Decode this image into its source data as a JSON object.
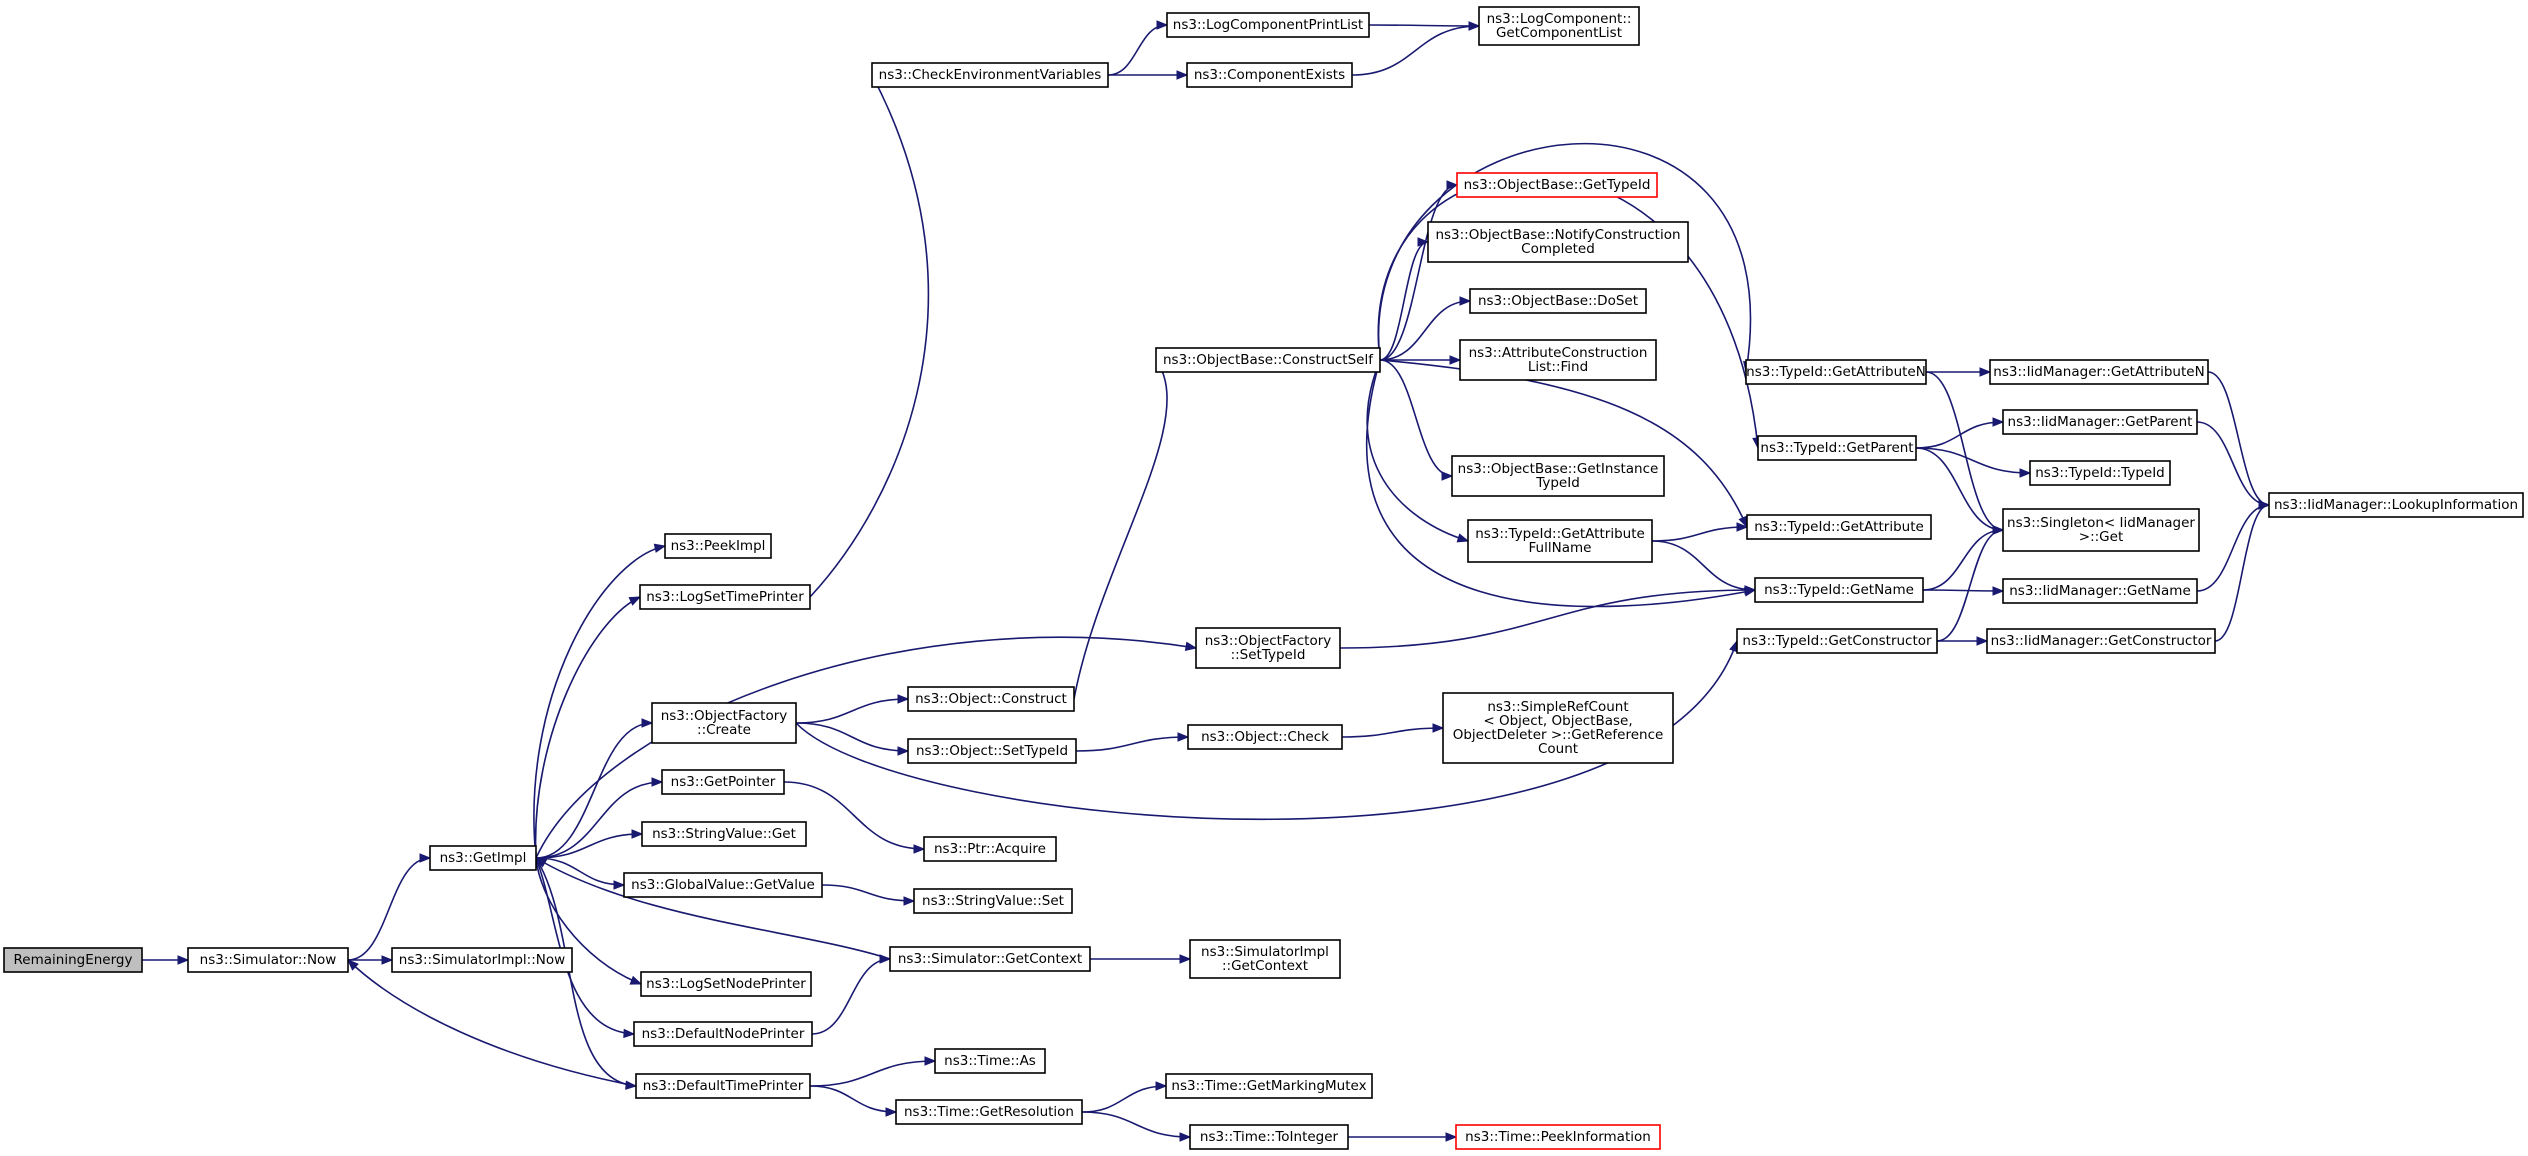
{
  "nodes": [
    {
      "id": "remaining_energy",
      "lines": [
        "RemainingEnergy"
      ],
      "root": true
    },
    {
      "id": "simulator_now",
      "lines": [
        "ns3::Simulator::Now"
      ]
    },
    {
      "id": "simulatorimpl_now",
      "lines": [
        "ns3::SimulatorImpl::Now"
      ]
    },
    {
      "id": "getimpl",
      "lines": [
        "ns3::GetImpl"
      ]
    },
    {
      "id": "peekimpl",
      "lines": [
        "ns3::PeekImpl"
      ]
    },
    {
      "id": "logsettimeprinter",
      "lines": [
        "ns3::LogSetTimePrinter"
      ]
    },
    {
      "id": "checkenvironmentvariables",
      "lines": [
        "ns3::CheckEnvironmentVariables"
      ]
    },
    {
      "id": "logcomponentprintlist",
      "lines": [
        "ns3::LogComponentPrintList"
      ]
    },
    {
      "id": "componentexists",
      "lines": [
        "ns3::ComponentExists"
      ]
    },
    {
      "id": "getcomponentlist",
      "lines": [
        "ns3::LogComponent::",
        "GetComponentList"
      ]
    },
    {
      "id": "objectfactory_create",
      "lines": [
        "ns3::ObjectFactory",
        "::Create"
      ]
    },
    {
      "id": "object_construct",
      "lines": [
        "ns3::Object::Construct"
      ]
    },
    {
      "id": "object_settypeid",
      "lines": [
        "ns3::Object::SetTypeId"
      ]
    },
    {
      "id": "object_check",
      "lines": [
        "ns3::Object::Check"
      ]
    },
    {
      "id": "getreferencecount",
      "lines": [
        "ns3::SimpleRefCount",
        "< Object, ObjectBase,",
        " ObjectDeleter >::GetReference",
        "Count"
      ]
    },
    {
      "id": "getpointer",
      "lines": [
        "ns3::GetPointer"
      ]
    },
    {
      "id": "ptr_acquire",
      "lines": [
        "ns3::Ptr::Acquire"
      ]
    },
    {
      "id": "stringvalue_get",
      "lines": [
        "ns3::StringValue::Get"
      ]
    },
    {
      "id": "globalvalue_getvalue",
      "lines": [
        "ns3::GlobalValue::GetValue"
      ]
    },
    {
      "id": "stringvalue_set",
      "lines": [
        "ns3::StringValue::Set"
      ]
    },
    {
      "id": "simulator_getcontext",
      "lines": [
        "ns3::Simulator::GetContext"
      ]
    },
    {
      "id": "simulatorimpl_getcontext",
      "lines": [
        "ns3::SimulatorImpl",
        "::GetContext"
      ]
    },
    {
      "id": "logsetnodeprinter",
      "lines": [
        "ns3::LogSetNodePrinter"
      ]
    },
    {
      "id": "defaultnodeprinter",
      "lines": [
        "ns3::DefaultNodePrinter"
      ]
    },
    {
      "id": "defaulttimeprinter",
      "lines": [
        "ns3::DefaultTimePrinter"
      ]
    },
    {
      "id": "time_as",
      "lines": [
        "ns3::Time::As"
      ]
    },
    {
      "id": "time_getresolution",
      "lines": [
        "ns3::Time::GetResolution"
      ]
    },
    {
      "id": "time_getmarkingmutex",
      "lines": [
        "ns3::Time::GetMarkingMutex"
      ]
    },
    {
      "id": "time_tointeger",
      "lines": [
        "ns3::Time::ToInteger"
      ]
    },
    {
      "id": "time_peekinformation",
      "lines": [
        "ns3::Time::PeekInformation"
      ],
      "missing": true
    },
    {
      "id": "objectfactory_settypeid",
      "lines": [
        "ns3::ObjectFactory",
        "::SetTypeId"
      ]
    },
    {
      "id": "objectbase_constructself",
      "lines": [
        "ns3::ObjectBase::ConstructSelf"
      ]
    },
    {
      "id": "objectbase_gettypeid",
      "lines": [
        "ns3::ObjectBase::GetTypeId"
      ],
      "missing": true
    },
    {
      "id": "notifyconstructioncompleted",
      "lines": [
        "ns3::ObjectBase::NotifyConstruction",
        "Completed"
      ]
    },
    {
      "id": "objectbase_doset",
      "lines": [
        "ns3::ObjectBase::DoSet"
      ]
    },
    {
      "id": "attributeconstructionlist_find",
      "lines": [
        "ns3::AttributeConstruction",
        "List::Find"
      ]
    },
    {
      "id": "getinstancetypeid",
      "lines": [
        "ns3::ObjectBase::GetInstance",
        "TypeId"
      ]
    },
    {
      "id": "typeid_getattributefullname",
      "lines": [
        "ns3::TypeId::GetAttribute",
        "FullName"
      ]
    },
    {
      "id": "typeid_getattribute",
      "lines": [
        "ns3::TypeId::GetAttribute"
      ]
    },
    {
      "id": "typeid_getname",
      "lines": [
        "ns3::TypeId::GetName"
      ]
    },
    {
      "id": "typeid_getconstructor",
      "lines": [
        "ns3::TypeId::GetConstructor"
      ]
    },
    {
      "id": "typeid_getattributen",
      "lines": [
        "ns3::TypeId::GetAttributeN"
      ]
    },
    {
      "id": "typeid_getparent",
      "lines": [
        "ns3::TypeId::GetParent"
      ]
    },
    {
      "id": "iidmanager_getattributen",
      "lines": [
        "ns3::IidManager::GetAttributeN"
      ]
    },
    {
      "id": "iidmanager_getparent",
      "lines": [
        "ns3::IidManager::GetParent"
      ]
    },
    {
      "id": "typeid_typeid",
      "lines": [
        "ns3::TypeId::TypeId"
      ]
    },
    {
      "id": "singleton_get",
      "lines": [
        "ns3::Singleton< IidManager",
        " >::Get"
      ]
    },
    {
      "id": "iidmanager_getname",
      "lines": [
        "ns3::IidManager::GetName"
      ]
    },
    {
      "id": "iidmanager_getconstructor",
      "lines": [
        "ns3::IidManager::GetConstructor"
      ]
    },
    {
      "id": "iidmanager_lookupinformation",
      "lines": [
        "ns3::IidManager::LookupInformation"
      ]
    }
  ],
  "edges": [
    [
      "remaining_energy",
      "simulator_now"
    ],
    [
      "simulator_now",
      "getimpl"
    ],
    [
      "simulator_now",
      "simulatorimpl_now"
    ],
    [
      "getimpl",
      "peekimpl"
    ],
    [
      "getimpl",
      "logsettimeprinter"
    ],
    [
      "getimpl",
      "objectfactory_settypeid"
    ],
    [
      "getimpl",
      "objectfactory_create"
    ],
    [
      "getimpl",
      "getpointer"
    ],
    [
      "getimpl",
      "stringvalue_get"
    ],
    [
      "getimpl",
      "globalvalue_getvalue"
    ],
    [
      "getimpl",
      "logsetnodeprinter"
    ],
    [
      "getimpl",
      "defaultnodeprinter"
    ],
    [
      "getimpl",
      "defaulttimeprinter"
    ],
    [
      "logsettimeprinter",
      "checkenvironmentvariables"
    ],
    [
      "checkenvironmentvariables",
      "logcomponentprintlist"
    ],
    [
      "checkenvironmentvariables",
      "componentexists"
    ],
    [
      "logcomponentprintlist",
      "getcomponentlist"
    ],
    [
      "componentexists",
      "getcomponentlist"
    ],
    [
      "objectfactory_create",
      "object_construct"
    ],
    [
      "objectfactory_create",
      "object_settypeid"
    ],
    [
      "objectfactory_create",
      "typeid_getconstructor"
    ],
    [
      "object_construct",
      "objectbase_constructself"
    ],
    [
      "object_settypeid",
      "object_check"
    ],
    [
      "object_check",
      "getreferencecount"
    ],
    [
      "getpointer",
      "ptr_acquire"
    ],
    [
      "globalvalue_getvalue",
      "stringvalue_set"
    ],
    [
      "simulator_getcontext",
      "getimpl"
    ],
    [
      "simulator_getcontext",
      "simulatorimpl_getcontext"
    ],
    [
      "defaultnodeprinter",
      "simulator_getcontext"
    ],
    [
      "defaulttimeprinter",
      "simulator_now"
    ],
    [
      "defaulttimeprinter",
      "time_as"
    ],
    [
      "defaulttimeprinter",
      "time_getresolution"
    ],
    [
      "time_getresolution",
      "time_getmarkingmutex"
    ],
    [
      "time_getresolution",
      "time_tointeger"
    ],
    [
      "time_tointeger",
      "time_peekinformation"
    ],
    [
      "objectfactory_settypeid",
      "typeid_getname"
    ],
    [
      "objectbase_constructself",
      "typeid_getattributen"
    ],
    [
      "objectbase_constructself",
      "typeid_getparent"
    ],
    [
      "objectbase_constructself",
      "objectbase_gettypeid"
    ],
    [
      "objectbase_constructself",
      "notifyconstructioncompleted"
    ],
    [
      "objectbase_constructself",
      "objectbase_doset"
    ],
    [
      "objectbase_constructself",
      "attributeconstructionlist_find"
    ],
    [
      "objectbase_constructself",
      "typeid_getattribute"
    ],
    [
      "objectbase_constructself",
      "getinstancetypeid"
    ],
    [
      "objectbase_constructself",
      "typeid_getattributefullname"
    ],
    [
      "objectbase_constructself",
      "typeid_getname"
    ],
    [
      "typeid_getattributefullname",
      "typeid_getattribute"
    ],
    [
      "typeid_getattributefullname",
      "typeid_getname"
    ],
    [
      "typeid_getattributen",
      "iidmanager_getattributen"
    ],
    [
      "typeid_getattributen",
      "singleton_get"
    ],
    [
      "typeid_getparent",
      "iidmanager_getparent"
    ],
    [
      "typeid_getparent",
      "typeid_typeid"
    ],
    [
      "typeid_getparent",
      "singleton_get"
    ],
    [
      "typeid_getname",
      "singleton_get"
    ],
    [
      "typeid_getname",
      "iidmanager_getname"
    ],
    [
      "typeid_getconstructor",
      "singleton_get"
    ],
    [
      "typeid_getconstructor",
      "iidmanager_getconstructor"
    ],
    [
      "iidmanager_getattributen",
      "iidmanager_lookupinformation"
    ],
    [
      "iidmanager_getparent",
      "iidmanager_lookupinformation"
    ],
    [
      "iidmanager_getname",
      "iidmanager_lookupinformation"
    ],
    [
      "iidmanager_getconstructor",
      "iidmanager_lookupinformation"
    ]
  ]
}
